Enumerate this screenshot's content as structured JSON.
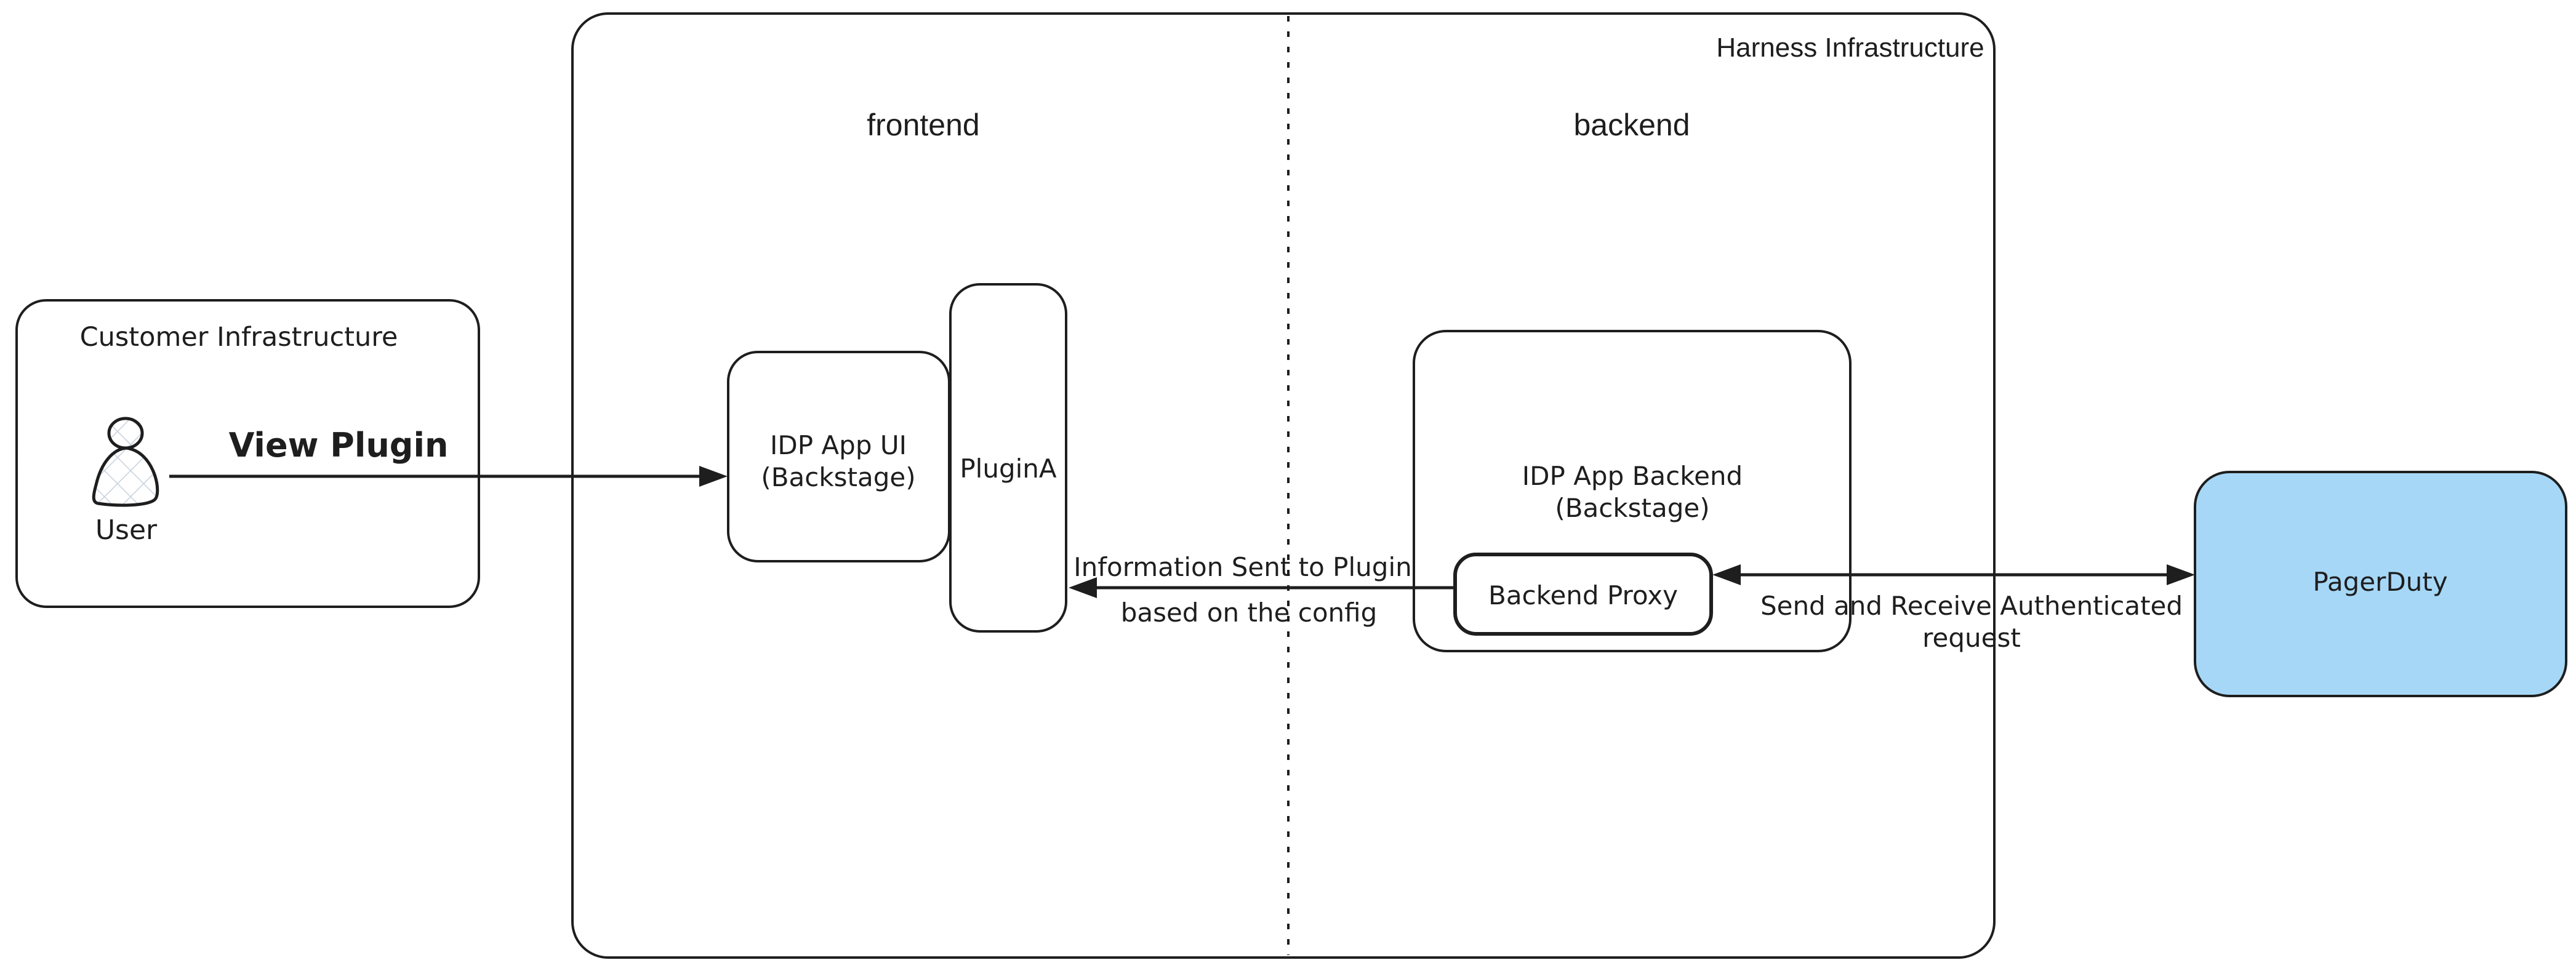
{
  "diagram": {
    "harness": {
      "title": "Harness Infrastructure",
      "frontend_label": "frontend",
      "backend_label": "backend"
    },
    "customer": {
      "title": "Customer Infrastructure",
      "user_label": "User"
    },
    "nodes": {
      "idp_ui": {
        "line1": "IDP App UI",
        "line2": "(Backstage)"
      },
      "plugin_a": {
        "label": "PluginA"
      },
      "idp_backend": {
        "line1": "IDP App Backend",
        "line2": "(Backstage)"
      },
      "backend_proxy": {
        "label": "Backend Proxy"
      },
      "pagerduty": {
        "label": "PagerDuty"
      }
    },
    "edges": {
      "view_plugin": {
        "label": "View Plugin"
      },
      "info_sent": {
        "line1": "Information Sent to Plugin",
        "line2": "based on the config"
      },
      "auth_request": {
        "line1": "Send and Receive Authenticated",
        "line2": "request"
      }
    },
    "colors": {
      "stroke": "#1e1e1e",
      "pagerduty_fill": "#a6d7f7",
      "hatch": "#c7d1dc"
    }
  }
}
